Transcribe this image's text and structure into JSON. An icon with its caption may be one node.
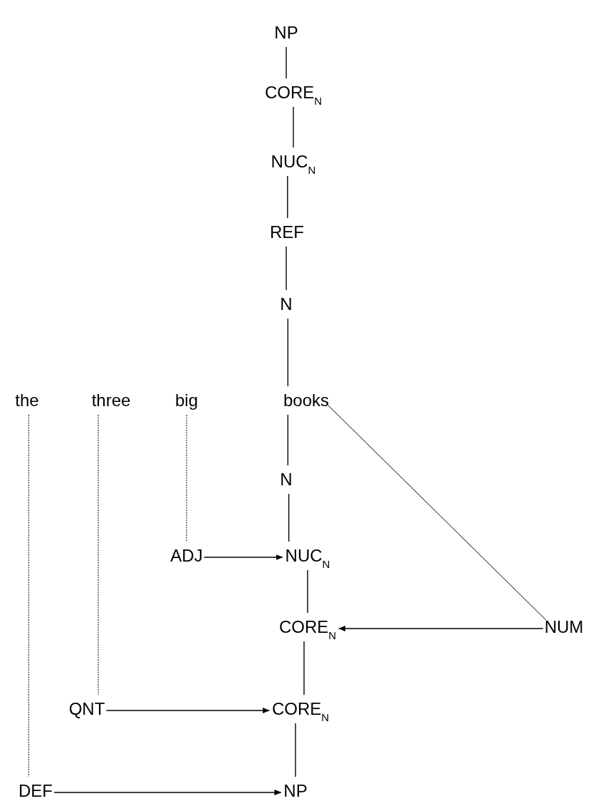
{
  "diagram": {
    "nodes": [
      {
        "text": [
          "NP"
        ]
      },
      {
        "text": [
          "CORE$_{N}$"
        ]
      },
      {
        "text": [
          "NUC$_{N}$"
        ]
      },
      {
        "text": [
          "REF"
        ]
      },
      {
        "text": [
          "N"
        ]
      },
      {
        "text": [
          "the"
        ]
      },
      {
        "text": [
          "three"
        ]
      },
      {
        "text": [
          "big"
        ]
      },
      {
        "text": [
          "books"
        ]
      },
      {
        "text": [
          "N"
        ]
      },
      {
        "text": [
          "ADJ"
        ]
      },
      {
        "text": [
          "NUC$_{N}$"
        ]
      },
      {
        "text": [
          "NUM"
        ]
      },
      {
        "text": [
          "CORE$_{N}$"
        ]
      },
      {
        "text": [
          "QNT"
        ]
      },
      {
        "text": [
          "CORE$_{N}$"
        ]
      },
      {
        "text": [
          "DEF"
        ]
      },
      {
        "text": [
          "NP"
        ]
      }
    ],
    "edges": [
      {
        "from": 0,
        "to": 1,
        "arrow": "none"
      },
      {
        "from": 1,
        "to": 2,
        "arrow": "none"
      },
      {
        "from": 2,
        "to": 3,
        "arrow": "none"
      },
      {
        "from": 3,
        "to": 4,
        "arrow": "none"
      },
      {
        "from": 4,
        "to": 8,
        "arrow": "none"
      },
      {
        "from": 8,
        "to": 9,
        "arrow": "none"
      },
      {
        "from": 9,
        "to": 11,
        "arrow": "none"
      },
      {
        "from": 11,
        "to": 13,
        "arrow": "none"
      },
      {
        "from": 13,
        "to": 15,
        "arrow": "none"
      },
      {
        "from": 15,
        "to": 17,
        "arrow": "none"
      },
      {
        "from": 5,
        "to": 16,
        "arrow": "none",
        "style": "dashed"
      },
      {
        "from": 6,
        "to": 14,
        "arrow": "none",
        "style": "dashed"
      },
      {
        "from": 7,
        "to": 10,
        "arrow": "none",
        "style": "dashed"
      },
      {
        "from": 8,
        "to": 12,
        "arrow": "none"
      },
      {
        "from": 10,
        "to": 11,
        "arrow": "to"
      },
      {
        "from": 12,
        "to": 13,
        "arrow": "to"
      },
      {
        "from": 14,
        "to": 15,
        "arrow": "to"
      },
      {
        "from": 16,
        "to": 17,
        "arrow": "to"
      }
    ]
  }
}
